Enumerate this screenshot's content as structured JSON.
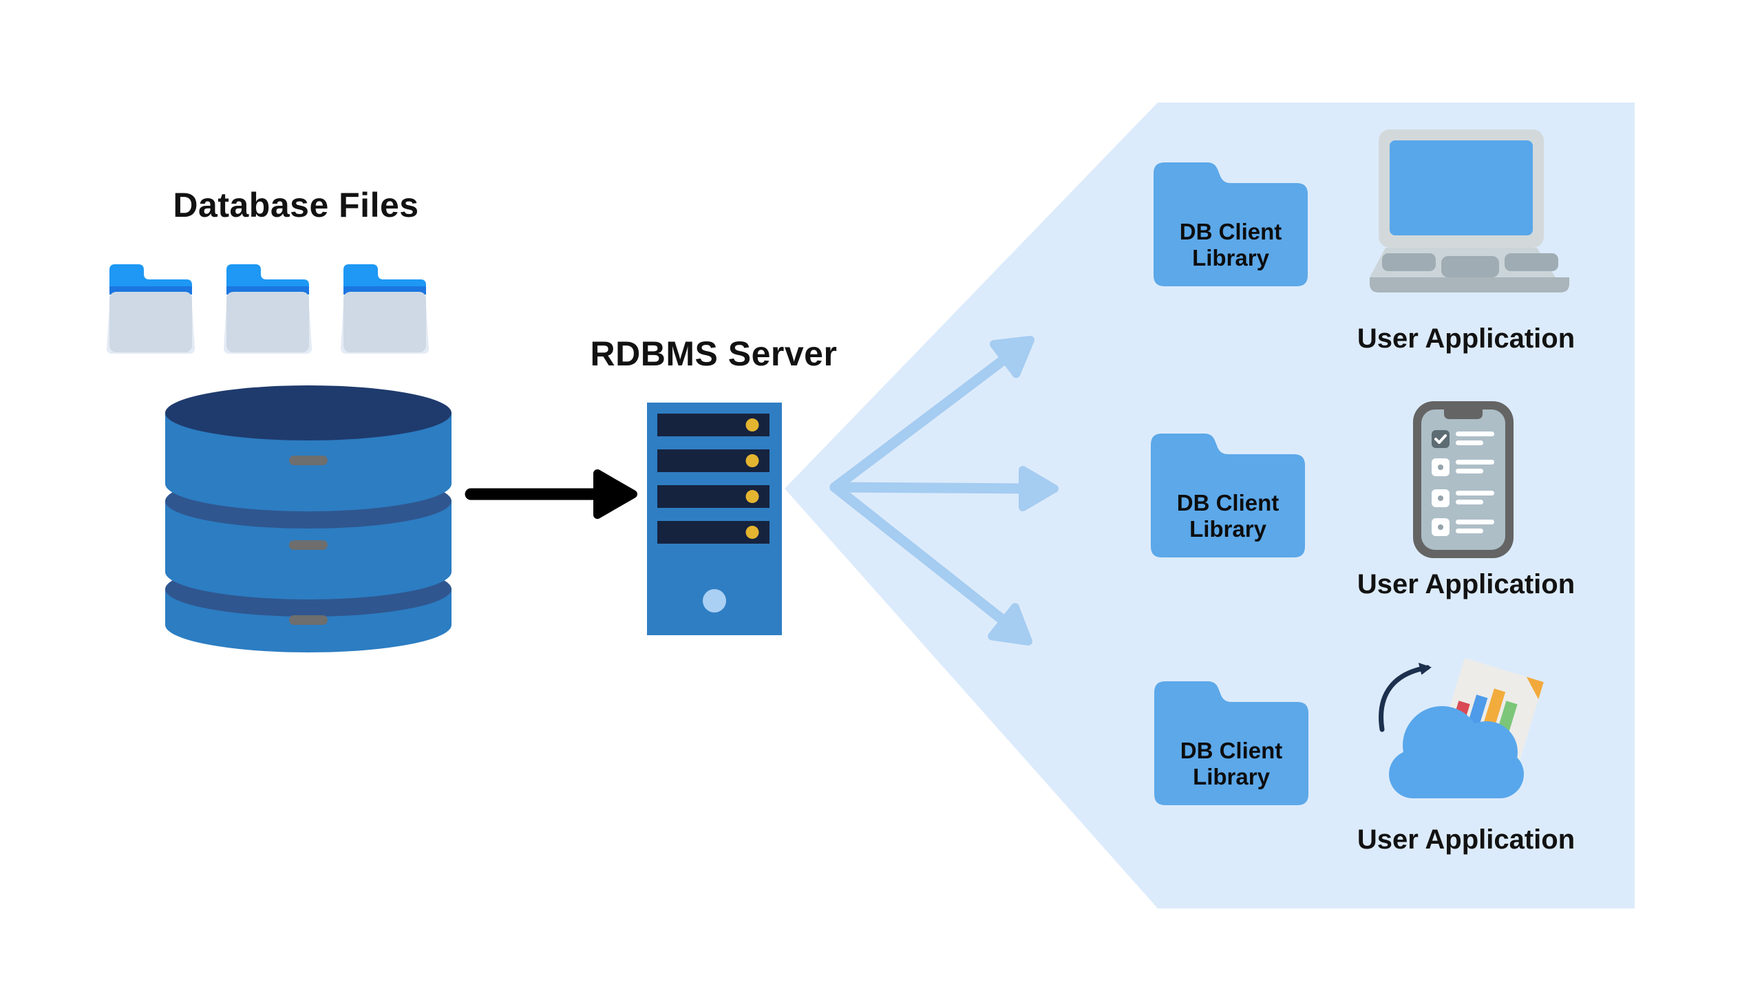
{
  "labels": {
    "database_files_title": "Database Files",
    "rdbms_server": "RDBMS Server"
  },
  "client_folders": [
    {
      "line1": "DB Client",
      "line2": "Library"
    },
    {
      "line1": "DB Client",
      "line2": "Library"
    },
    {
      "line1": "DB Client",
      "line2": "Library"
    }
  ],
  "user_applications": [
    {
      "label": "User Application",
      "device": "laptop"
    },
    {
      "label": "User Application",
      "device": "smartphone-checklist"
    },
    {
      "label": "User Application",
      "device": "cloud-report"
    }
  ],
  "icons": {
    "database": "database-cylinder-icon",
    "database_files": "folder-icon",
    "server": "server-tower-icon",
    "black_flow_arrow": "arrow-right-icon",
    "fanout_arrows": "arrow-up-right-icon / arrow-right-icon / arrow-down-right-icon",
    "laptop": "laptop-icon",
    "smartphone": "smartphone-checklist-icon",
    "cloud": "cloud-report-icon"
  },
  "colors": {
    "background": "#FFFFFF",
    "panel_light_blue": "#DCEBFB",
    "fanout_arrow_blue": "#A5CCF1",
    "client_folder_blue": "#5CA8E9",
    "small_folder_tab_blue": "#1E98F4",
    "small_folder_strip_blue": "#1B76E0",
    "small_folder_body_gray": "#CED9E5",
    "database_body_blue": "#2C7DC2",
    "database_top_navy": "#1F3B6D",
    "database_band_blue": "#30568F",
    "server_body_blue": "#2F7EC3",
    "server_slot_navy": "#16233E",
    "server_led_yellow": "#E4B530",
    "laptop_gray": "#D3D9DB",
    "screen_blue": "#58A7EA",
    "phone_frame_gray": "#646464",
    "phone_screen_gray": "#ADBEC7",
    "cloud_blue": "#58A7EC",
    "doc_paper": "#EDECE9",
    "chart_red": "#D94A54",
    "chart_blue": "#4E9BEA",
    "chart_orange": "#F2AC3C",
    "chart_green": "#7CC679",
    "ink_navy": "#1C304E",
    "black_arrow": "#000000",
    "text": "#121212"
  }
}
